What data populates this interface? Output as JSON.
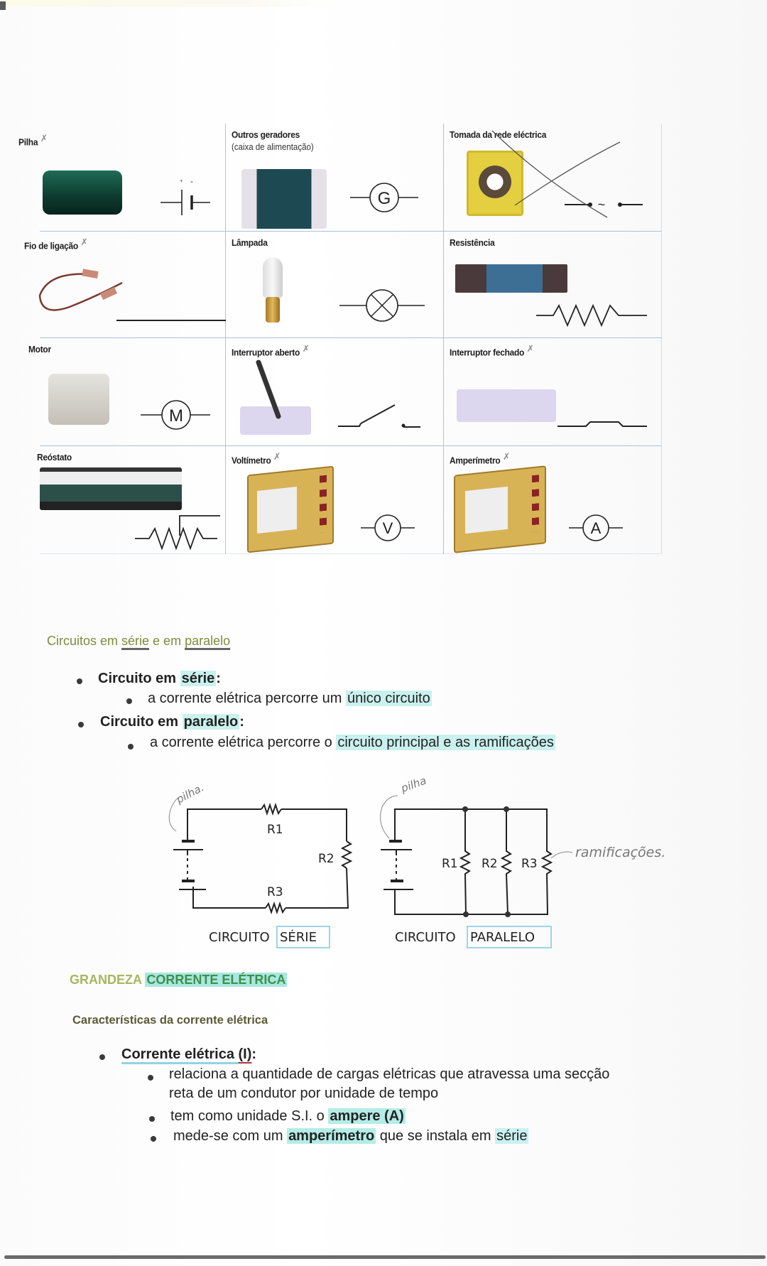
{
  "components_table": {
    "cells": [
      {
        "label": "Pilha",
        "note_mark": "✗",
        "symbol": "battery-symbol",
        "symbol_labels": {
          "plus": "+",
          "minus": "-"
        }
      },
      {
        "label": "Outros geradores",
        "sublabel": "(caixa de alimentação)",
        "symbol": "generator-symbol",
        "symbol_letter": "G"
      },
      {
        "label": "Tomada da rede eléctrica",
        "note_mark": "crossed out",
        "symbol": "ac-outlet-symbol",
        "symbol_letter": "~"
      },
      {
        "label": "Fio de ligação",
        "note_mark": "✗",
        "symbol": "wire-symbol"
      },
      {
        "label": "Lâmpada",
        "symbol": "lamp-symbol"
      },
      {
        "label": "Resistência",
        "symbol": "resistor-symbol"
      },
      {
        "label": "Motor",
        "symbol": "motor-symbol",
        "symbol_letter": "M"
      },
      {
        "label": "Interruptor aberto",
        "note_mark": "✗",
        "symbol": "open-switch-symbol"
      },
      {
        "label": "Interruptor fechado",
        "note_mark": "✗",
        "symbol": "closed-switch-symbol"
      },
      {
        "label": "Reóstato",
        "symbol": "rheostat-symbol"
      },
      {
        "label": "Voltímetro",
        "note_mark": "✗",
        "symbol": "voltmeter-symbol",
        "symbol_letter": "V"
      },
      {
        "label": "Amperímetro",
        "note_mark": "✗",
        "symbol": "ammeter-symbol",
        "symbol_letter": "A"
      }
    ]
  },
  "section_circuits": {
    "title_part1": "Circuitos em ",
    "title_serie": "série",
    "title_part2": " e em ",
    "title_paralelo": "paralelo",
    "items": [
      {
        "head_plain": "Circuito em ",
        "head_hl": "série",
        "head_colon": ":",
        "sub_plain": "a corrente elétrica percorre um ",
        "sub_hl": "único circuito"
      },
      {
        "head_plain": "Circuito em ",
        "head_hl": "paralelo",
        "head_colon": ":",
        "sub_plain": "a corrente elétrica percorre o ",
        "sub_hl": "circuito principal e as ramificações"
      }
    ]
  },
  "diagrams": {
    "series": {
      "annotation": "pilha.",
      "resistors": [
        "R1",
        "R2",
        "R3"
      ],
      "caption_plain": "CIRCUITO",
      "caption_boxed": "SÉRIE"
    },
    "parallel": {
      "annotation": "pilha",
      "branch_annotation": "ramificações.",
      "resistors": [
        "R1",
        "R2",
        "R3"
      ],
      "caption_plain": "CIRCUITO",
      "caption_boxed": "PARALELO"
    }
  },
  "section_current": {
    "title_plain": "GRANDEZA ",
    "title_hl": "CORRENTE ELÉTRICA",
    "subtitle": "Características da corrente elétrica",
    "head_text": "Corrente elétrica ",
    "head_symbol": "(I)",
    "head_colon": ":",
    "bullets": [
      {
        "line1": "relaciona a quantidade de cargas elétricas que atravessa uma secção",
        "line2": "reta de um condutor por unidade de tempo"
      },
      {
        "plain": "tem como unidade S.I. o ",
        "hl": "ampere (A)"
      },
      {
        "plain": "mede-se com um ",
        "hl": "amperímetro",
        "plain2": " que se instala em ",
        "hl2": "série"
      }
    ]
  }
}
